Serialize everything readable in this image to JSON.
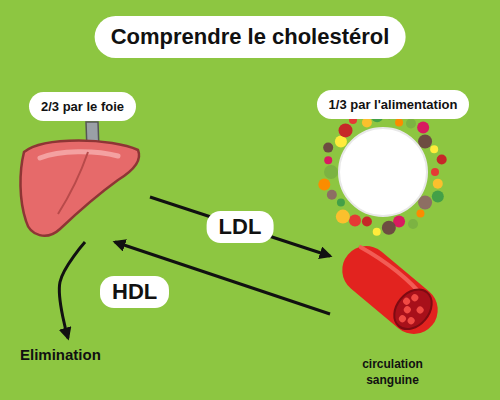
{
  "diagram": {
    "title": "Comprendre le cholestérol",
    "nodes": [
      {
        "text": [
          "2/3 par le foie"
        ]
      },
      {
        "text": [
          "1/3 par l'alimentation"
        ]
      },
      {
        "text": [
          "circulation sanguine"
        ]
      },
      {
        "text": [
          "Elimination"
        ]
      }
    ],
    "edges": [
      {
        "from": 0,
        "to": 2,
        "label": "LDL",
        "arrow": "to"
      },
      {
        "from": 2,
        "to": 0,
        "arrow": "to"
      },
      {
        "from": 0,
        "to": 3,
        "arrow": "to"
      }
    ],
    "labels": [
      "HDL"
    ]
  }
}
